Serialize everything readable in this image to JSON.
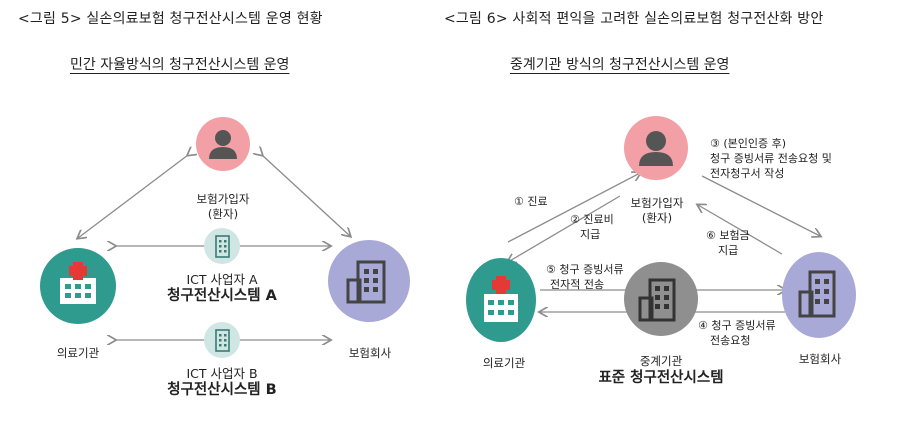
{
  "headers": {
    "fig5": "<그림 5> 실손의료보험 청구전산시스템 운영 현황",
    "fig6": "<그림 6> 사회적 편익을 고려한 실손의료보험 청구전산화 방안"
  },
  "subtitles": {
    "left": "민간 자율방식의 청구전산시스템 운영",
    "right": "중계기관 방식의 청구전산시스템 운영"
  },
  "left": {
    "insured": [
      "보험가입자",
      "(환자)"
    ],
    "ict_a": "ICT 사업자 A",
    "system_a": "청구전산시스템 A",
    "ict_b": "ICT 사업자 B",
    "system_b": "청구전산시스템 B",
    "hospital": "의료기관",
    "insurer": "보험회사"
  },
  "right": {
    "insured": [
      "보험가입자",
      "(환자)"
    ],
    "hospital": "의료기관",
    "insurer": "보험회사",
    "relay": "중계기관",
    "standard": "표준 청구전산시스템",
    "step1": "① 진료",
    "step2": [
      "② 진료비",
      "지급"
    ],
    "step3": [
      "③ (본인인증 후)",
      "청구 증빙서류 전송요청 및",
      "전자청구서 작성"
    ],
    "step4": [
      "④ 청구 증빙서류",
      "전송요청"
    ],
    "step5": [
      "⑤ 청구 증빙서류",
      "전자적 전송"
    ],
    "step6": [
      "⑥ 보험금",
      "지급"
    ]
  },
  "colors": {
    "person": "#f2a0a6",
    "hospital": "#2f9a8e",
    "insurer": "#a9a9d8",
    "relay": "#8f8f8f",
    "ict": "#cfe6e4",
    "arrow": "#8c8c8c"
  }
}
